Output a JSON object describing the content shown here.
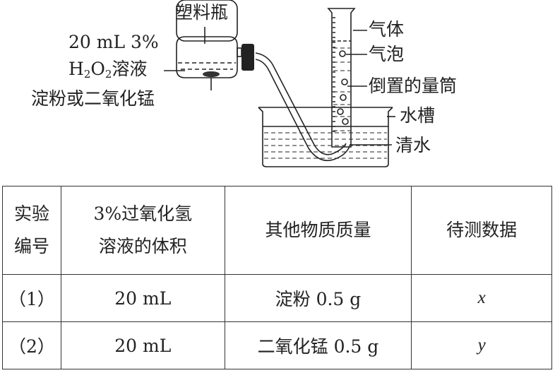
{
  "diagram": {
    "labels": {
      "bottle": "塑料瓶",
      "solution_line1": "20 mL 3%",
      "solution_h": "H",
      "solution_sub1": "2",
      "solution_o": "O",
      "solution_sub2": "2",
      "solution_rest": "溶液",
      "catalyst": "淀粉或二氧化锰",
      "gas": "气体",
      "bubble": "气泡",
      "cylinder": "倒置的量筒",
      "trough": "水槽",
      "water": "清水"
    }
  },
  "table": {
    "headers": [
      {
        "line1": "实验",
        "line2": "编号"
      },
      {
        "line1": "3%过氧化氢",
        "line2": "溶液的体积"
      },
      {
        "line1": "其他物质质量",
        "line2": ""
      },
      {
        "line1": "待测数据",
        "line2": ""
      }
    ],
    "rows": [
      {
        "id": "（1）",
        "volume": "20 mL",
        "other": "淀粉 0.5 g",
        "measure": "x"
      },
      {
        "id": "（2）",
        "volume": "20 mL",
        "other": "二氧化锰 0.5 g",
        "measure": "y"
      }
    ]
  }
}
